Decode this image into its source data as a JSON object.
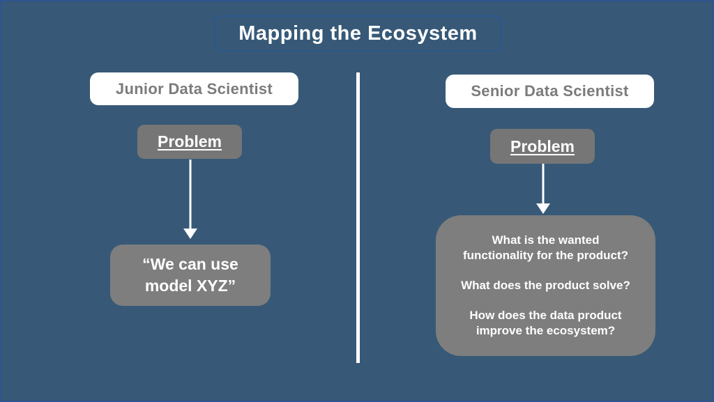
{
  "slide": {
    "title": "Mapping the Ecosystem",
    "colors": {
      "background": "#375977",
      "outer_border": "#2e5590",
      "box_gray": "#7e7e7e",
      "white_box": "#ffffff",
      "role_text_gray": "#7b7b7b"
    },
    "left_column": {
      "header": "Junior Data Scientist",
      "problem_label": "Problem",
      "quote_line1": "“We can use",
      "quote_line2": "model XYZ”"
    },
    "right_column": {
      "header": "Senior Data Scientist",
      "problem_label": "Problem",
      "questions": [
        "What is the wanted functionality for the product?",
        "What does the product solve?",
        "How does the data product improve the ecosystem?"
      ]
    }
  }
}
